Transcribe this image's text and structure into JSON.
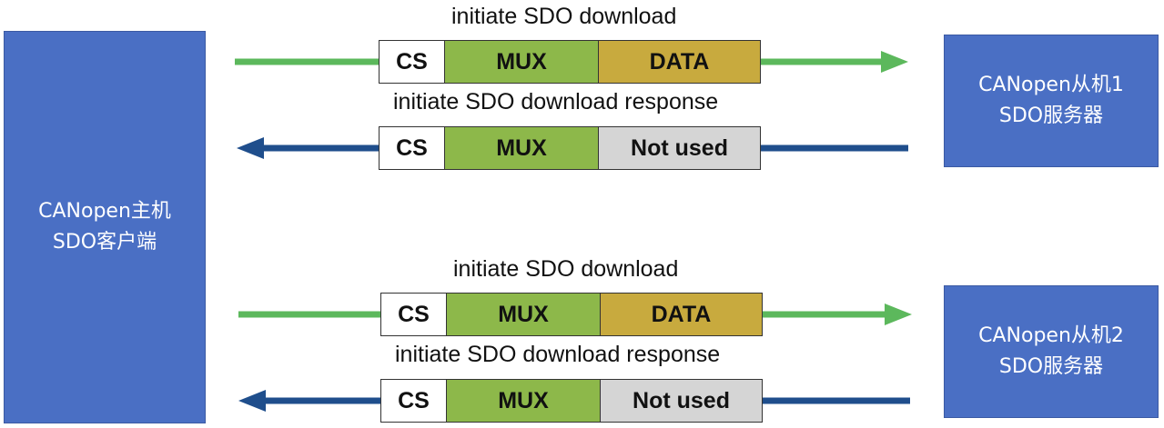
{
  "master": {
    "line1": "CANopen主机",
    "line2": "SDO客户端"
  },
  "slave1": {
    "line1": "CANopen从机1",
    "line2": "SDO服务器"
  },
  "slave2": {
    "line1": "CANopen从机2",
    "line2": "SDO服务器"
  },
  "exchanges": [
    {
      "request_caption": "initiate SDO download",
      "request_fields": [
        "CS",
        "MUX",
        "DATA"
      ],
      "response_caption": "initiate SDO download response",
      "response_fields": [
        "CS",
        "MUX",
        "Not used"
      ]
    },
    {
      "request_caption": "initiate SDO download",
      "request_fields": [
        "CS",
        "MUX",
        "DATA"
      ],
      "response_caption": "initiate SDO download response",
      "response_fields": [
        "CS",
        "MUX",
        "Not used"
      ]
    }
  ],
  "colors": {
    "node_blue": "#4a6fc4",
    "request_arrow": "#5cb85c",
    "response_arrow": "#1f4e8c",
    "mux": "#8db84a",
    "data": "#c8aa3e",
    "not_used": "#d5d5d5"
  }
}
